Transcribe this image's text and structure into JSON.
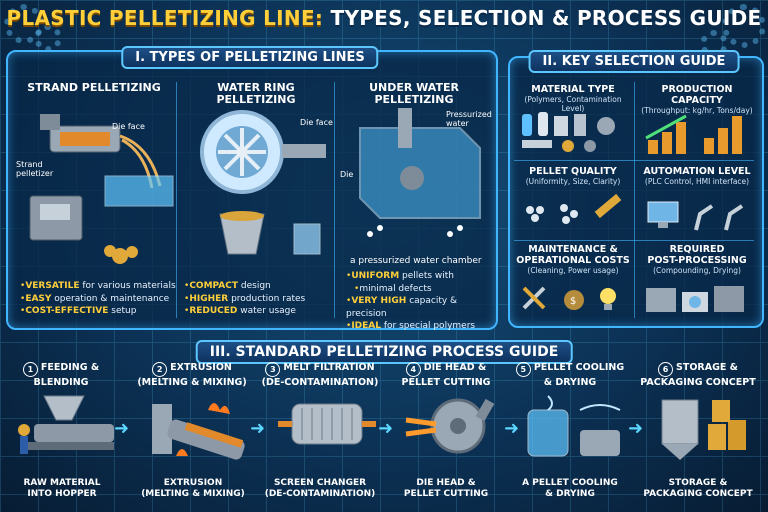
{
  "header": {
    "title_part1": "PLASTIC PELLETIZING LINE:",
    "title_part2": " TYPES, SELECTION & PROCESS GUIDE"
  },
  "types": {
    "heading": "I. TYPES OF PELLETIZING LINES",
    "strand": {
      "title": "STRAND PELLETIZING",
      "label_die": "Die face",
      "label_pelletizer": "Strand\npelletizer",
      "bullets": [
        {
          "b": "VERSATILE",
          "t": " for various materials"
        },
        {
          "b": "EASY",
          "t": " operation & maintenance"
        },
        {
          "b": "COST-EFFECTIVE",
          "t": " setup"
        }
      ]
    },
    "water_ring": {
      "title": "WATER RING\nPELLETIZING",
      "label_die": "Die face",
      "bullets": [
        {
          "b": "COMPACT",
          "t": " design"
        },
        {
          "b": "HIGHER",
          "t": " production rates"
        },
        {
          "b": "REDUCED",
          "t": " water usage"
        }
      ]
    },
    "under_water": {
      "title": "UNDER WATER\nPELLETIZING",
      "label_pressurized": "Pressurized\nwater",
      "label_die": "Die",
      "label_chamber": "a pressurized water chamber",
      "bullets": [
        {
          "b": "UNIFORM",
          "t": " pellets with"
        },
        {
          "b": "",
          "t": "minimal defects",
          "nodot": true
        },
        {
          "b": "VERY HIGH",
          "t": " capacity & precision"
        },
        {
          "b": "IDEAL",
          "t": " for special polymers"
        }
      ]
    }
  },
  "selection": {
    "heading": "II. KEY SELECTION GUIDE",
    "cells": [
      {
        "h": "MATERIAL TYPE",
        "s": "(Polymers, Contamination Level)"
      },
      {
        "h": "PRODUCTION CAPACITY",
        "s": "(Throughput: kg/hr, Tons/day)"
      },
      {
        "h": "PELLET QUALITY",
        "s": "(Uniformity, Size, Clarity)"
      },
      {
        "h": "AUTOMATION LEVEL",
        "s": "(PLC Control, HMI interface)"
      },
      {
        "h": "MAINTENANCE &\nOPERATIONAL COSTS",
        "s": "(Cleaning, Power usage)"
      },
      {
        "h": "REQUIRED\nPOST-PROCESSING",
        "s": "(Compounding, Drying)"
      }
    ]
  },
  "process": {
    "heading": "III. STANDARD PELLETIZING PROCESS GUIDE",
    "steps": [
      {
        "n": "1",
        "top": "FEEDING &\nBLENDING",
        "bottom": "RAW MATERIAL\nINTO HOPPER"
      },
      {
        "n": "2",
        "top": "EXTRUSION\n(MELTING & MIXING)",
        "bottom": "EXTRUSION\n(MELTING & MIXING)"
      },
      {
        "n": "3",
        "top": "MELT FILTRATION\n(DE-CONTAMINATION)",
        "bottom": "SCREEN CHANGER\n(DE-CONTAMINATION)"
      },
      {
        "n": "4",
        "top": "DIE HEAD &\nPELLET CUTTING",
        "bottom": "DIE HEAD &\nPELLET CUTTING"
      },
      {
        "n": "5",
        "top": "PELLET COOLING\n& DRYING",
        "bottom": "A PELLET COOLING\n& DRYING"
      },
      {
        "n": "6",
        "top": "STORAGE &\nPACKAGING CONCEPT",
        "bottom": "STORAGE &\nPACKAGING CONCEPT"
      }
    ]
  },
  "colors": {
    "accent": "#ffcf3a",
    "border": "#3fb6ff",
    "background": "#0c3256"
  }
}
